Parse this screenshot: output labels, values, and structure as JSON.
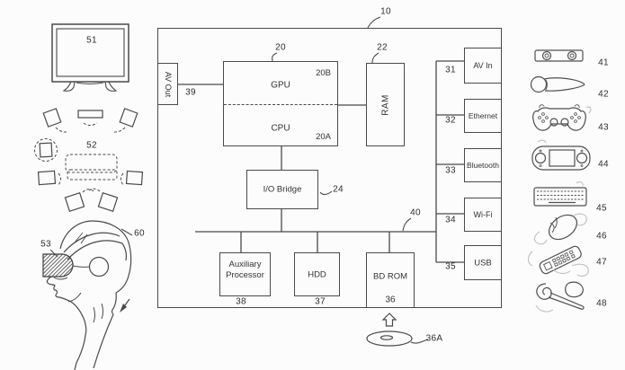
{
  "style": {
    "ink": "#4a4a4a",
    "paper": "#fcfcfc"
  },
  "console": {
    "ref": "10",
    "av_out": {
      "label": "AV Out",
      "ref": "39"
    },
    "processor": {
      "ref": "20",
      "gpu_label": "GPU",
      "gpu_ref": "20B",
      "cpu_label": "CPU",
      "cpu_ref": "20A"
    },
    "ram": {
      "label": "RAM",
      "ref": "22"
    },
    "io_bridge": {
      "label": "I/O Bridge",
      "ref": "24"
    },
    "bus": {
      "ref": "40"
    },
    "aux_processor": {
      "label": "Auxiliary Processor",
      "ref": "38"
    },
    "hdd": {
      "label": "HDD",
      "ref": "37"
    },
    "bd_rom": {
      "label": "BD ROM",
      "ref": "36"
    },
    "ports": [
      {
        "label": "AV In",
        "ref": "31"
      },
      {
        "label": "Ethernet",
        "ref": "32"
      },
      {
        "label": "Bluetooth",
        "ref": "33"
      },
      {
        "label": "Wi-Fi",
        "ref": "34"
      },
      {
        "label": "USB",
        "ref": "35"
      }
    ]
  },
  "living_room": {
    "tv_ref": "51",
    "speakers_ref": "52",
    "hmd_visor_ref": "53",
    "hmd_ref": "60"
  },
  "disc": {
    "ref": "36A"
  },
  "peripherals": [
    {
      "name": "stereo-camera",
      "ref": "41"
    },
    {
      "name": "motion-controller",
      "ref": "42"
    },
    {
      "name": "gamepad",
      "ref": "43"
    },
    {
      "name": "handheld-console",
      "ref": "44"
    },
    {
      "name": "keyboard",
      "ref": "45"
    },
    {
      "name": "mouse",
      "ref": "46"
    },
    {
      "name": "remote-control",
      "ref": "47"
    },
    {
      "name": "headset-earpiece",
      "ref": "48"
    }
  ]
}
